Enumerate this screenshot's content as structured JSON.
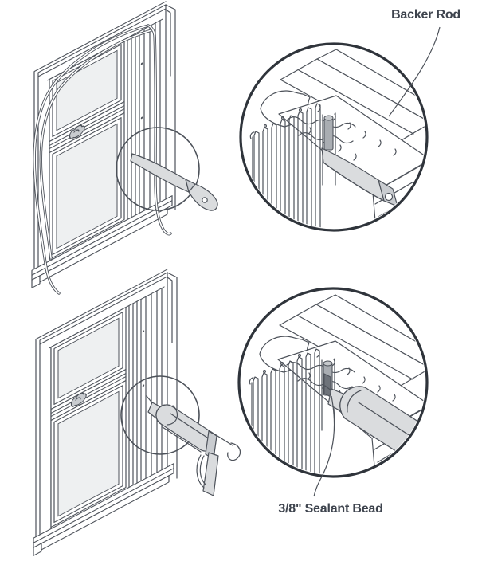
{
  "labels": {
    "backer_rod": "Backer Rod",
    "sealant_bead": "3/8\" Sealant Bead"
  },
  "colors": {
    "background": "#ffffff",
    "line": "#4d525a",
    "line_dark": "#2f343b",
    "text": "#3d434d",
    "tool_fill": "#dadcde",
    "tool_dark": "#c9ccd0",
    "rod_fill": "#a9adb2",
    "rod_top": "#c6c9cc",
    "bead_fill": "#6e737a",
    "glass_fill": "#eef0f1"
  },
  "figures": {
    "top_step": {
      "detail_label": "Backer Rod",
      "tool": "putty-knife"
    },
    "bottom_step": {
      "detail_label": "3/8\" Sealant Bead",
      "tool": "caulk-gun"
    }
  }
}
